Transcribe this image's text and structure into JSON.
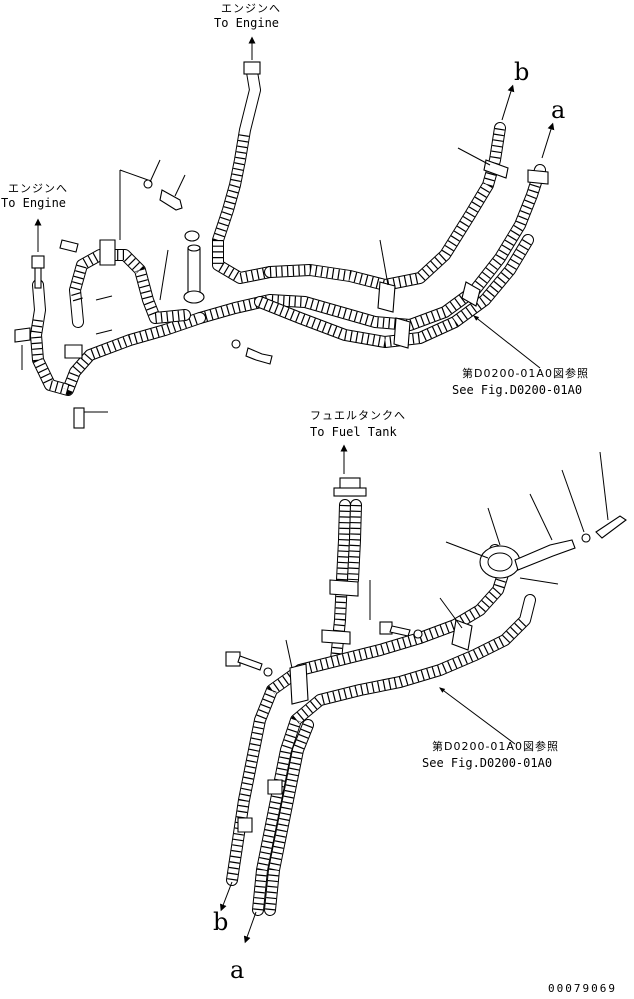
{
  "labels": {
    "engine_top_jp": "エンジンへ",
    "engine_top_en": "To Engine",
    "engine_left_jp": "エンジンへ",
    "engine_left_en": "To Engine",
    "fuel_tank_jp": "フュエルタンクへ",
    "fuel_tank_en": "To Fuel Tank",
    "ref_upper_jp": "第D0200-01A0図参照",
    "ref_upper_en": "See Fig.D0200-01A0",
    "ref_lower_jp": "第D0200-01A0図参照",
    "ref_lower_en": "See Fig.D0200-01A0",
    "letter_b_top": "b",
    "letter_a_top": "a",
    "letter_b_bottom": "b",
    "letter_a_bottom": "a",
    "drawing_code": "00079069"
  }
}
